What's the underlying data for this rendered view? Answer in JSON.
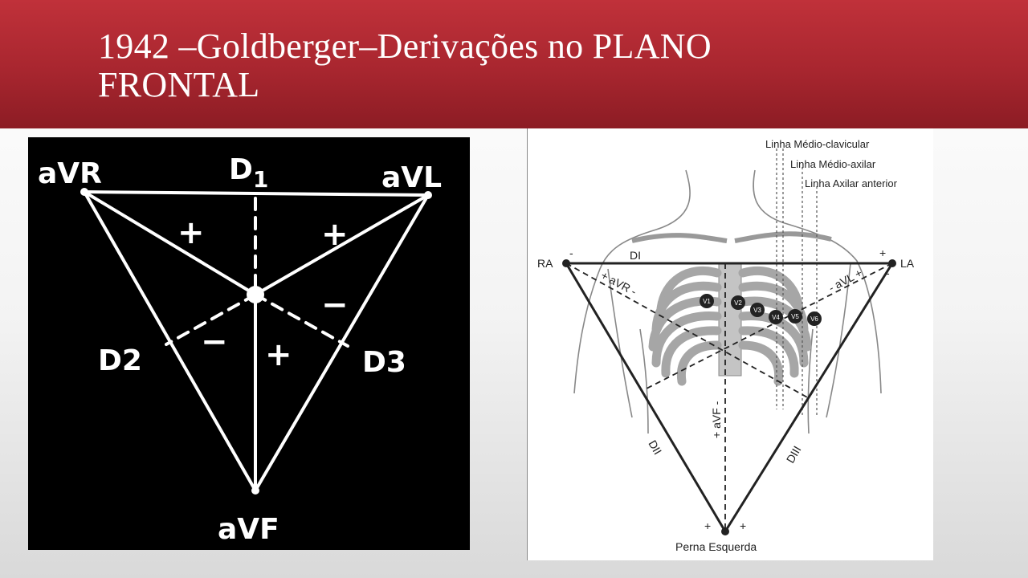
{
  "slide": {
    "title_line1": "1942 –Goldberger–Derivações no PLANO",
    "title_line2": "FRONTAL"
  },
  "left_diagram": {
    "vertex_top_left": "aVR",
    "vertex_top_right": "aVL",
    "vertex_bottom": "aVF",
    "lead_top": "D",
    "lead_top_sub": "1",
    "lead_left": "D2",
    "lead_right": "D3",
    "plus_sign": "+",
    "minus_sign": "−"
  },
  "right_diagram": {
    "line_mid_clavicular": "Linha Médio-clavicular",
    "line_mid_axillary": "Linha Médio-axilar",
    "line_anterior_axillary": "Linha Axilar anterior",
    "ra_label": "RA",
    "la_label": "LA",
    "di_label": "DI",
    "dii_label": "DII",
    "diii_label": "DIII",
    "avr_label": "+ aVR -",
    "avl_label": "- aVL +",
    "avf_label": "+ aVF -",
    "left_leg_label": "Perna Esquerda",
    "plus": "+",
    "minus": "-",
    "precordial": [
      "V1",
      "V2",
      "V3",
      "V4",
      "V5",
      "V6"
    ]
  }
}
